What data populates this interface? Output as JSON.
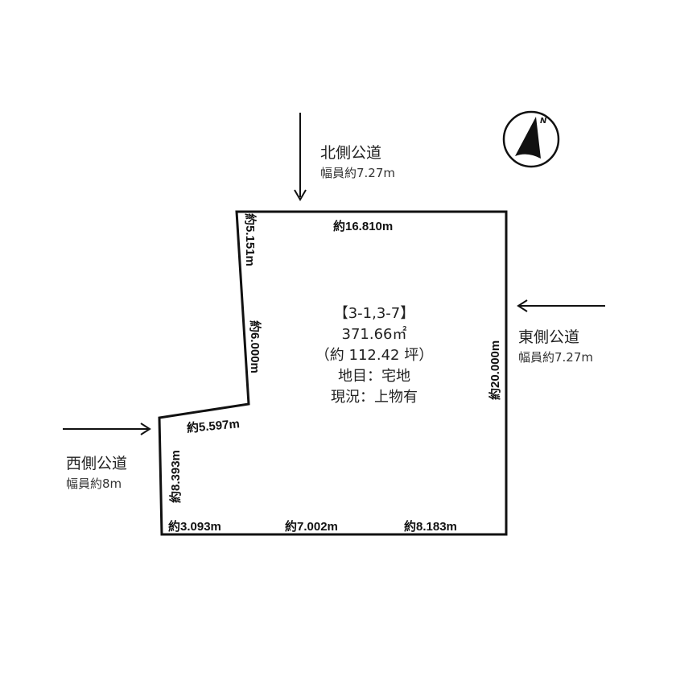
{
  "compass": {
    "label": "N",
    "icon": "north-arrow-icon"
  },
  "roads": {
    "north": {
      "name": "北側公道",
      "width": "幅員約7.27m"
    },
    "east": {
      "name": "東側公道",
      "width": "幅員約7.27m"
    },
    "west": {
      "name": "西側公道",
      "width": "幅員約8m"
    }
  },
  "lot": {
    "lot_number": "【3-1,3-7】",
    "area_sqm": "371.66㎡",
    "area_tsubo": "（約 112.42 坪）",
    "land_category": "地目：宅地",
    "current_status": "現況：上物有"
  },
  "dimensions": {
    "top": "約16.810m",
    "left_upper": "約5.151m",
    "left_middle": "約6.000m",
    "notch": "約5.597m",
    "left_lower": "約8.393m",
    "right": "約20.000m",
    "bottom_left": "約3.093m",
    "bottom_middle": "約7.002m",
    "bottom_right": "約8.183m"
  },
  "colors": {
    "line": "#111111",
    "background": "#ffffff"
  }
}
